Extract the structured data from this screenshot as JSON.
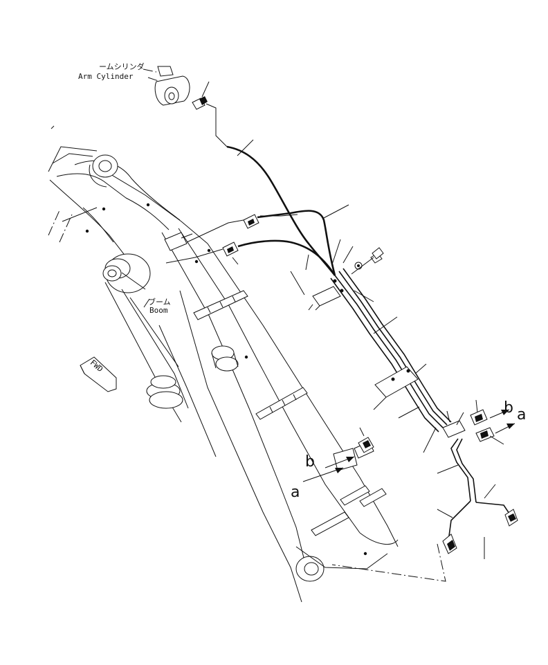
{
  "labels": {
    "arm_cylinder_jp": "ームシリンダ",
    "arm_cylinder_en": "Arm Cylinder",
    "boom_jp": "ブーム",
    "boom_en": "Boom",
    "fwd": "FWD",
    "marker_a": "a",
    "marker_b": "b"
  },
  "colors": {
    "line": "#111111",
    "background": "#ffffff"
  }
}
